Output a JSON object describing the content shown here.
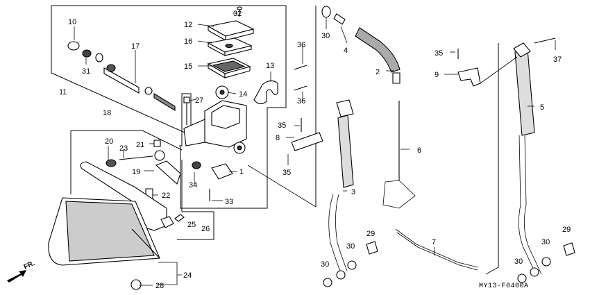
{
  "diagram_code": "MY13-F0400A",
  "direction_label": "FR.",
  "callouts": {
    "c1": "1",
    "c2": "2",
    "c3": "3",
    "c4": "4",
    "c5": "5",
    "c6": "6",
    "c7": "7",
    "c8": "8",
    "c9": "9",
    "c10": "10",
    "c11": "11",
    "c12": "12",
    "c13": "13",
    "c14": "14",
    "c15": "15",
    "c16": "16",
    "c17": "17",
    "c18": "18",
    "c19": "19",
    "c20": "20",
    "c21": "21",
    "c22": "22",
    "c23": "23",
    "c24": "24",
    "c25": "25",
    "c26": "26",
    "c27": "27",
    "c28": "28",
    "c29a": "29",
    "c29b": "29",
    "c30a": "30",
    "c30b": "30",
    "c30c": "30",
    "c30d": "30",
    "c30e": "30",
    "c31": "31",
    "c32": "32",
    "c33": "33",
    "c34": "34",
    "c35a": "35",
    "c35b": "35",
    "c35c": "35",
    "c36a": "36",
    "c36b": "36",
    "c37": "37"
  }
}
